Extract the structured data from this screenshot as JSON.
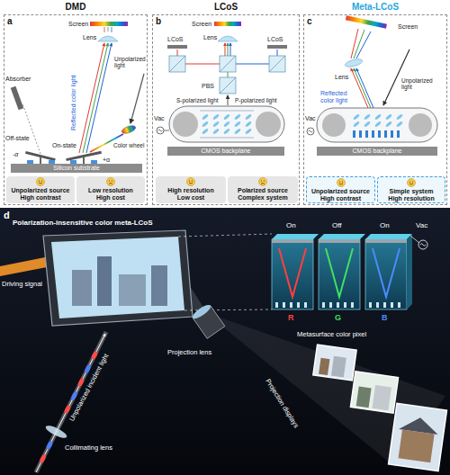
{
  "diagram": {
    "nodes": [
      {
        "text": [
          "DMD",
          "a"
        ]
      },
      {
        "text": [
          "Silicon substrate"
        ],
        "in": 0
      },
      {
        "text": [
          "Unpolarized source High contrast"
        ],
        "in": 0
      },
      {
        "text": [
          "Low resolution High cost"
        ],
        "in": 0
      },
      {
        "text": [
          "LCoS",
          "b"
        ]
      },
      {
        "text": [
          "CMOS backplane"
        ],
        "in": 4
      },
      {
        "text": [
          "High resolution Low cost"
        ],
        "in": 4
      },
      {
        "text": [
          "Polarized source Complex system"
        ],
        "in": 4
      },
      {
        "text": [
          "Meta-LCoS",
          "c"
        ]
      },
      {
        "text": [
          "CMOS backplane"
        ],
        "in": 8
      },
      {
        "text": [
          "Unpolarized source High contrast"
        ],
        "in": 8
      },
      {
        "text": [
          "Simple system High resolution"
        ],
        "in": 8
      },
      {
        "text": [
          "d"
        ]
      }
    ],
    "labels": [
      "Screen",
      "Lens",
      "Reflected color light",
      "Unpolarized light",
      "Absorber",
      "Off-state",
      "On-state",
      "Color wheel",
      "-α",
      "+α",
      "Screen",
      "Lens",
      "LCoS",
      "LCoS",
      "PBS",
      "S-polarized light",
      "P-polarized light",
      "Vac",
      "Screen",
      "Lens",
      "Reflected color light",
      "Unpolarized light",
      "Vac",
      "Polarization-insensitive color meta-LCoS",
      "Driving signal",
      "Projection lens",
      "Unpolarized incident light",
      "Collimating lens",
      "Projection displays",
      "On",
      "Off",
      "On",
      "Vac",
      "R",
      "G",
      "B",
      "Metasurface color pixel"
    ]
  }
}
